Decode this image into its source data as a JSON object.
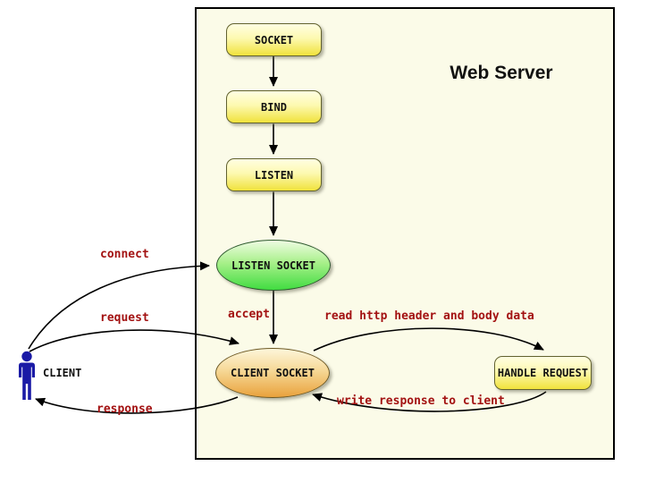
{
  "title": "Web Server",
  "nodes": {
    "socket": "SOCKET",
    "bind": "BIND",
    "listen": "LISTEN",
    "listen_socket": "LISTEN SOCKET",
    "client_socket": "CLIENT SOCKET",
    "handle_request": "HANDLE REQUEST",
    "client": "CLIENT"
  },
  "edges": {
    "connect": "connect",
    "request": "request",
    "response": "response",
    "accept": "accept",
    "read": "read http header and body data",
    "write": "write response to client"
  },
  "colors": {
    "container_bg": "#fbfbe8",
    "container_border": "#000000",
    "yellow_node_top": "#fffee2",
    "yellow_node_bottom": "#f0e23c",
    "green_node_top": "#eefce2",
    "green_node_bottom": "#41dc41",
    "orange_node_top": "#fdf6da",
    "orange_node_bottom": "#e9a23c",
    "edge_label_red": "#a31212",
    "client_figure_blue": "#1a1aa6",
    "arrow_black": "#000000"
  }
}
